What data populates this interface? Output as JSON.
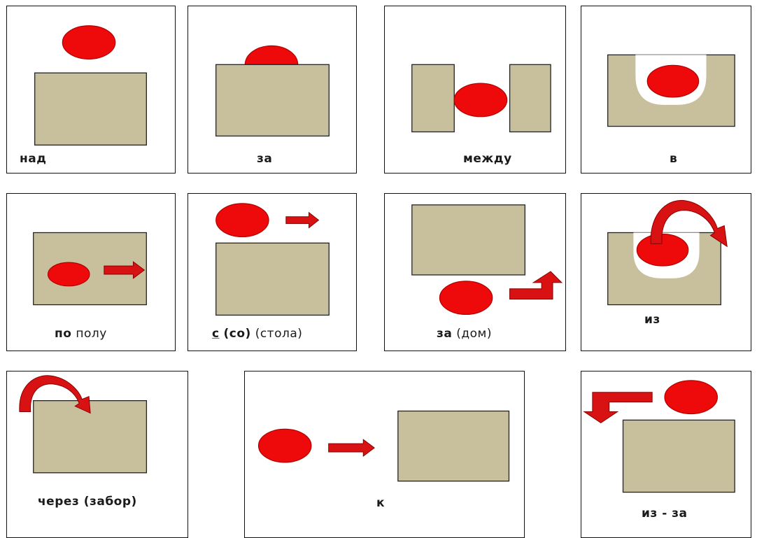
{
  "cards": {
    "nad": {
      "label": "над"
    },
    "za": {
      "label": "за"
    },
    "mezhdu": {
      "label": "между"
    },
    "v": {
      "label": "в"
    },
    "po_polu": {
      "word1": "по",
      "word2": "полу"
    },
    "s_stola": {
      "word1": "с",
      "word2": "(со)",
      "word3": "(стола)"
    },
    "za_dom": {
      "word1": "за",
      "word2": "(дом)"
    },
    "iz": {
      "label": "из"
    },
    "cherez": {
      "label": "через (забор)"
    },
    "k": {
      "label": "к"
    },
    "iz_za": {
      "label": "из - за"
    }
  },
  "colors": {
    "box_fill": "#c8bf9c",
    "ball_fill": "#ee0a0a",
    "arrow_fill": "#d81212"
  }
}
